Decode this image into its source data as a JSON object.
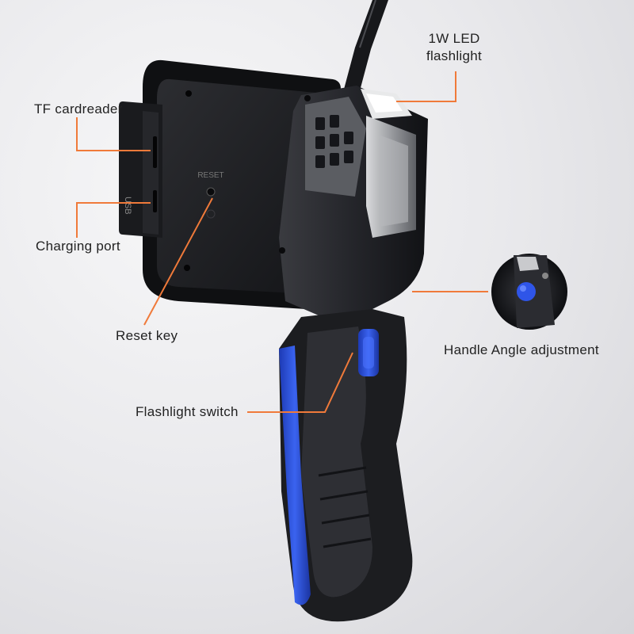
{
  "labels": {
    "tf_cardreader": "TF cardreader",
    "charging_port": "Charging port",
    "reset_key": "Reset key",
    "flashlight_switch": "Flashlight switch",
    "led_line1": "1W LED",
    "led_line2": "flashlight",
    "handle_angle": "Handle Angle adjustment"
  },
  "device_text": {
    "reset": "RESET",
    "usb": "USB"
  },
  "colors": {
    "callout": "#f07a3a",
    "accent_blue": "#2a4fd6",
    "body_black": "#1c1d20"
  }
}
